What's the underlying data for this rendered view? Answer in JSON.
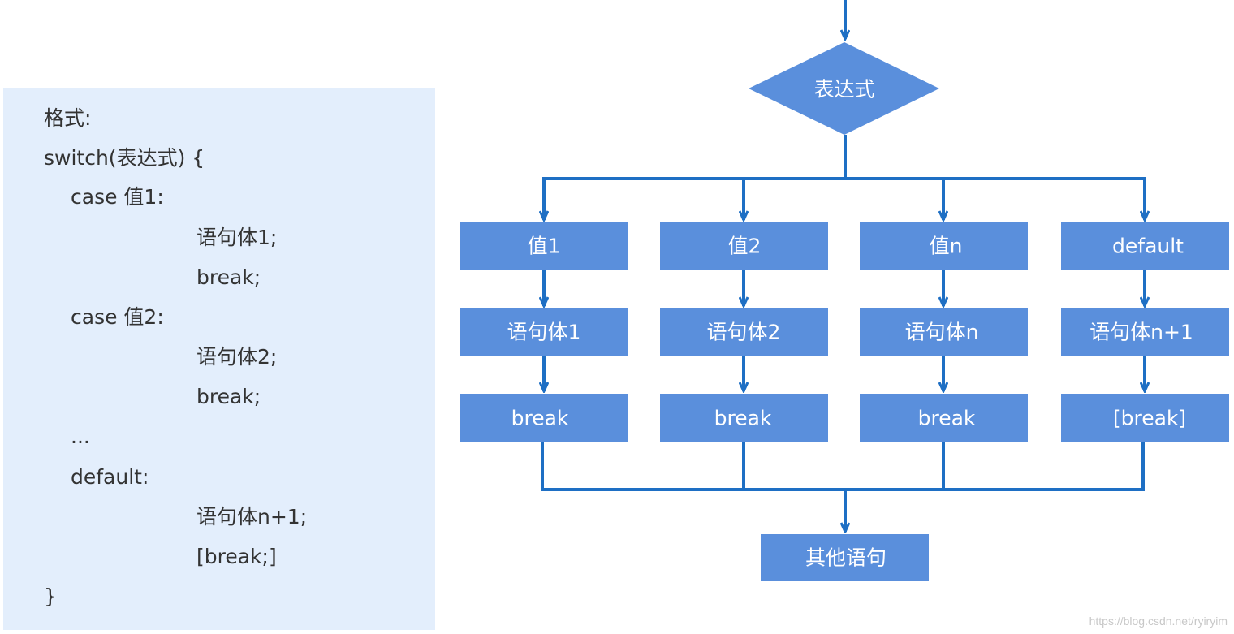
{
  "code": {
    "lines": [
      "格式:",
      "switch(表达式) {",
      "case 值1:",
      "语句体1;",
      "break;",
      "case 值2:",
      "语句体2;",
      "break;",
      "...",
      "default:",
      "语句体n+1;",
      "[break;]",
      "}"
    ]
  },
  "flowchart": {
    "expression": "表达式",
    "branches": [
      {
        "value": "值1",
        "body": "语句体1",
        "brk": "break"
      },
      {
        "value": "值2",
        "body": "语句体2",
        "brk": "break"
      },
      {
        "value": "值n",
        "body": "语句体n",
        "brk": "break"
      },
      {
        "value": "default",
        "body": "语句体n+1",
        "brk": "[break]"
      }
    ],
    "end": "其他语句"
  },
  "colors": {
    "node_fill": "#5a8fdc",
    "connector": "#1e6fc4",
    "panel_bg": "#e3eefc"
  },
  "watermark": "https://blog.csdn.net/ryiryim"
}
